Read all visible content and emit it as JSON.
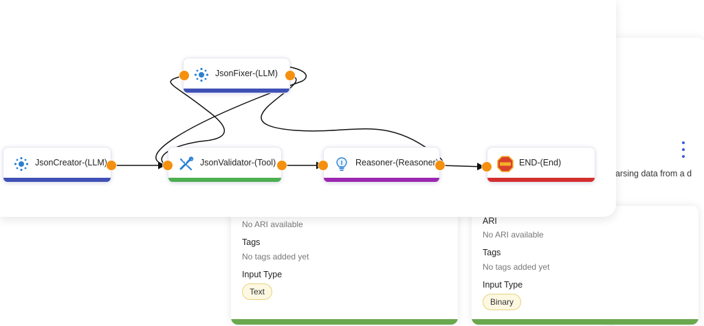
{
  "nodes": {
    "json_fixer": {
      "label": "JsonFixer-(LLM)",
      "icon": "llm-hub-icon"
    },
    "json_creator": {
      "label": "JsonCreator-(LLM)",
      "icon": "llm-hub-icon"
    },
    "json_validator": {
      "label": "JsonValidator-(Tool)",
      "icon": "tool-wrench-ruler-icon"
    },
    "reasoner": {
      "label": "Reasoner-(Reasoner)",
      "icon": "lightbulb-icon"
    },
    "end": {
      "label": "END-(End)",
      "icon": "end-stop-sign-icon"
    }
  },
  "colors": {
    "llm": "#3f51b5",
    "tool": "#4caf50",
    "reasoner": "#9c27b0",
    "end": "#d32f2f",
    "handle": "#f5900f",
    "card_bar": "#6aa84f"
  },
  "cards": [
    {
      "ari_value": "No ARI available",
      "tags_label": "Tags",
      "tags_value": "No tags added yet",
      "input_type_label": "Input Type",
      "input_type_value": "Text"
    },
    {
      "ari_label": "ARI",
      "ari_value": "No ARI available",
      "tags_label": "Tags",
      "tags_value": "No tags added yet",
      "input_type_label": "Input Type",
      "input_type_value": "Binary"
    }
  ],
  "right_card": {
    "description_snippet": "parsing data from a d"
  }
}
